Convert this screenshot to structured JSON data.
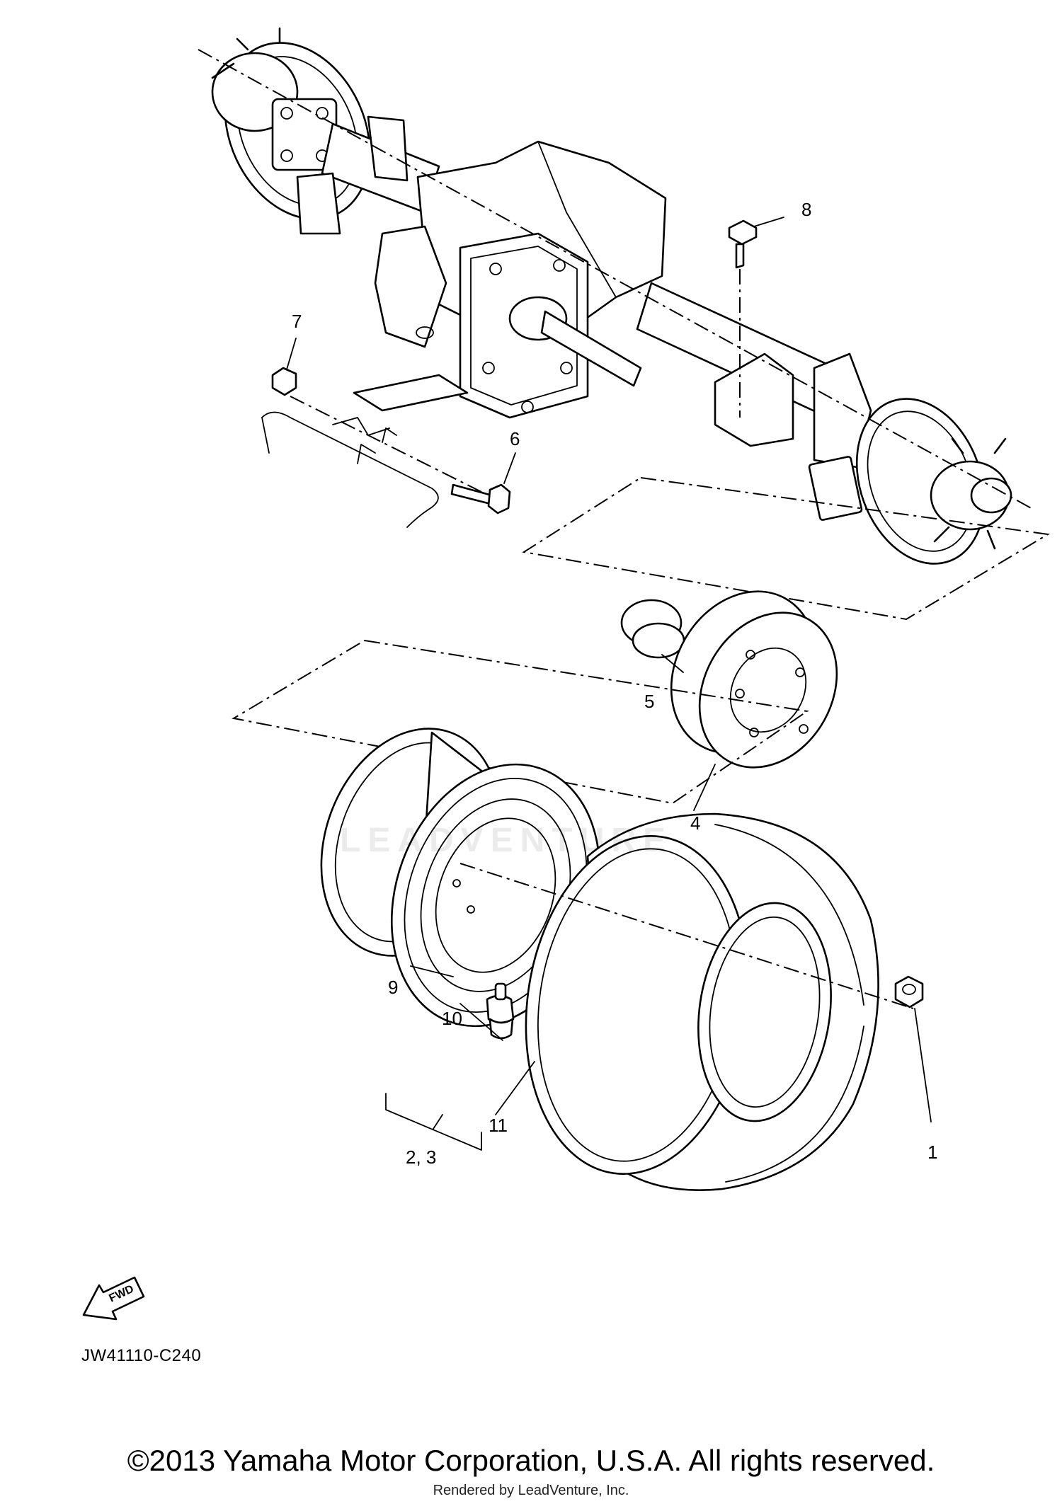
{
  "diagram": {
    "callouts": [
      {
        "id": "1",
        "text": "1"
      },
      {
        "id": "2-3",
        "text": "2, 3"
      },
      {
        "id": "4",
        "text": "4"
      },
      {
        "id": "5",
        "text": "5"
      },
      {
        "id": "6",
        "text": "6"
      },
      {
        "id": "7",
        "text": "7"
      },
      {
        "id": "8",
        "text": "8"
      },
      {
        "id": "9",
        "text": "9"
      },
      {
        "id": "10",
        "text": "10"
      },
      {
        "id": "11",
        "text": "11"
      }
    ],
    "fwd_label": "FWD",
    "code": "JW41110-C240",
    "watermark": "LEADVENTURE"
  },
  "footer": {
    "copyright": "©2013 Yamaha Motor Corporation, U.S.A. All rights reserved.",
    "rendered_by": "Rendered by LeadVenture, Inc."
  }
}
